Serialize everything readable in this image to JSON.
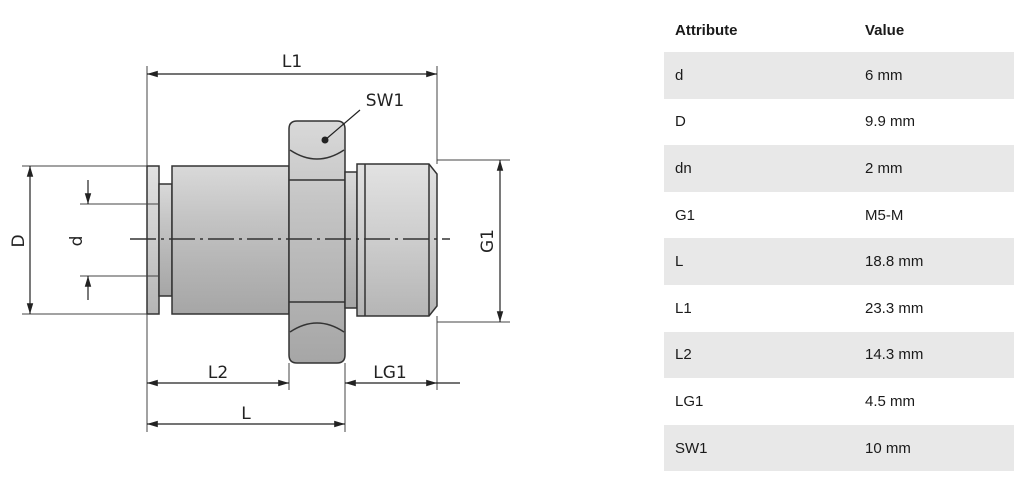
{
  "drawing": {
    "labels": {
      "L1": "L1",
      "SW1": "SW1",
      "D": "D",
      "d": "d",
      "G1": "G1",
      "L2": "L2",
      "LG1": "LG1",
      "L": "L"
    }
  },
  "table": {
    "headers": {
      "attribute": "Attribute",
      "value": "Value"
    },
    "rows": [
      {
        "attribute": "d",
        "value": "6 mm"
      },
      {
        "attribute": "D",
        "value": "9.9 mm"
      },
      {
        "attribute": "dn",
        "value": "2 mm"
      },
      {
        "attribute": "G1",
        "value": "M5-M"
      },
      {
        "attribute": "L",
        "value": "18.8 mm"
      },
      {
        "attribute": "L1",
        "value": "23.3 mm"
      },
      {
        "attribute": "L2",
        "value": "14.3 mm"
      },
      {
        "attribute": "LG1",
        "value": "4.5 mm"
      },
      {
        "attribute": "SW1",
        "value": "10 mm"
      }
    ]
  }
}
